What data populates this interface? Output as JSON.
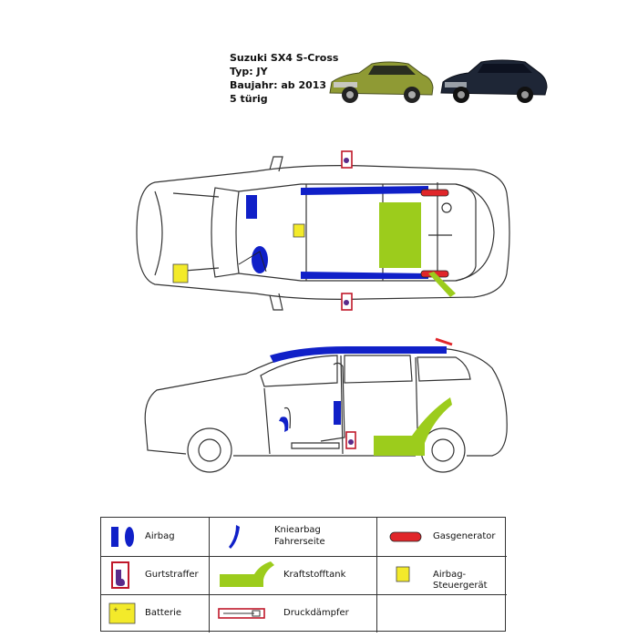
{
  "header": {
    "model": "Suzuki SX4 S-Cross",
    "type": "Typ: JY",
    "year": "Baujahr: ab 2013",
    "doors": "5 türig"
  },
  "colors": {
    "airbag": "#1020c8",
    "fuel_tank": "#9ccc1c",
    "gas_generator": "#e0262a",
    "control_unit": "#f3ea2a",
    "belt_tensioner_frame": "#c0182a",
    "belt_tensioner_fill": "#5a2a8a",
    "photo_car_green": "#8f9a34",
    "photo_car_dark": "#1e2636"
  },
  "legend": {
    "airbag": "Airbag",
    "knee_airbag_line1": "Kniearbag",
    "knee_airbag_line2": "Fahrerseite",
    "gas_generator": "Gasgenerator",
    "belt_tensioner": "Gurtstraffer",
    "fuel_tank": "Kraftstofftank",
    "airbag_control_unit": "Airbag-Steuergerät",
    "battery": "Batterie",
    "pressure_damper": "Druckdämpfer"
  }
}
